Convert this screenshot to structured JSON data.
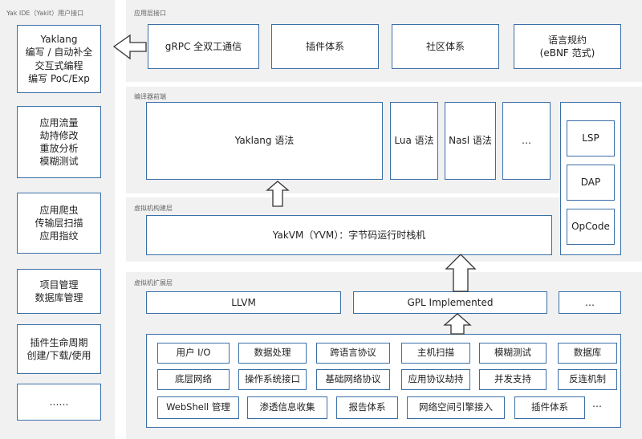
{
  "left_panel": {
    "title": "Yak IDE（Yakit）用户接口",
    "boxes": [
      "Yaklang\n编写 / 自动补全\n交互式编程\n编写 PoC/Exp",
      "应用流量\n劫持修改\n重放分析\n模糊测试",
      "应用爬虫\n传输层扫描\n应用指纹",
      "项目管理\n数据库管理",
      "插件生命周期\n创建/下载/使用",
      "……"
    ]
  },
  "app_layer": {
    "title": "应用层接口",
    "boxes": [
      "gRPC 全双工通信",
      "插件体系",
      "社区体系",
      "语言规约\n(eBNF 范式)"
    ]
  },
  "compiler_front": {
    "title": "编译器前端",
    "boxes": [
      "Yaklang 语法",
      "Lua 语法",
      "Nasl 语法",
      "…"
    ]
  },
  "tools": [
    "LSP",
    "DAP",
    "OpCode"
  ],
  "vm_layer": {
    "title": "虚拟机构建层",
    "box": "YakVM（YVM）：字节码运行时栈机"
  },
  "vm_ext": {
    "title": "虚拟机扩展层",
    "top_boxes": [
      "LLVM",
      "GPL Implemented",
      "…"
    ],
    "modules": [
      [
        "用户 I/O",
        "数据处理",
        "跨语言协议",
        "主机扫描",
        "模糊测试",
        "数据库"
      ],
      [
        "底层网络",
        "操作系统接口",
        "基础网络协议",
        "应用协议劫持",
        "并发支持",
        "反连机制"
      ],
      [
        "WebShell 管理",
        "渗透信息收集",
        "报告体系",
        "网络空间引擎接入",
        "插件体系"
      ]
    ],
    "modules_more": "…"
  }
}
